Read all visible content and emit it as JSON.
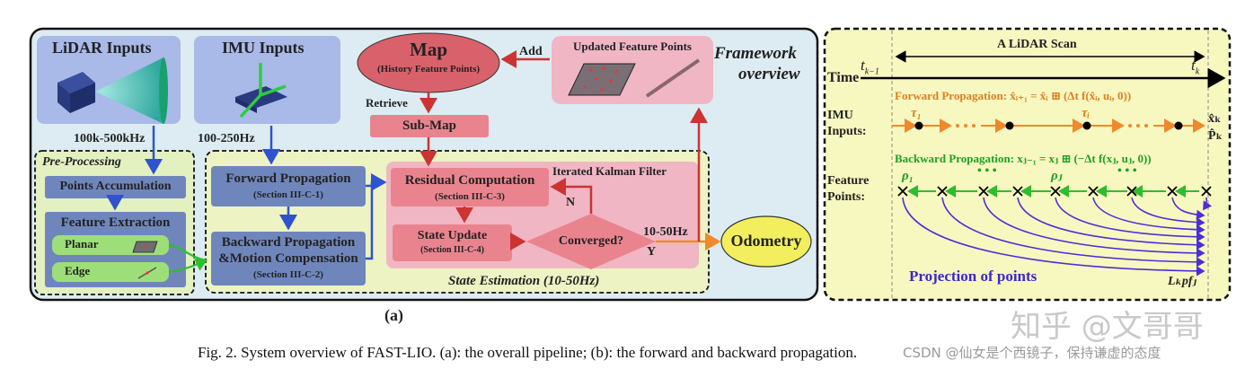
{
  "panel_a": {
    "lidar_inputs": "LiDAR Inputs",
    "imu_inputs": "IMU Inputs",
    "lidar_rate": "100k-500kHz",
    "imu_rate": "100-250Hz",
    "preprocessing_title": "Pre-Processing",
    "points_accumulation": "Points Accumulation",
    "feature_extraction": "Feature Extraction",
    "planar": "Planar",
    "edge": "Edge",
    "map_title": "Map",
    "map_subtitle": "(History Feature Points)",
    "add_label": "Add",
    "updated_feature_points": "Updated Feature Points",
    "framework_line1": "Framework",
    "framework_line2": "overview",
    "retrieve_label": "Retrieve",
    "sub_map": "Sub-Map",
    "forward_propagation": "Forward Propagation",
    "forward_section": "(Section III-C-1)",
    "backward_line1": "Backward Propagation",
    "backward_line2": "&Motion Compensation",
    "backward_section": "(Section III-C-2)",
    "residual_computation": "Residual Computation",
    "residual_section": "(Section III-C-3)",
    "iekf_label": "Iterated Kalman Filter",
    "state_update": "State Update",
    "state_update_section": "(Section III-C-4)",
    "converged": "Converged?",
    "n_label": "N",
    "y_label": "Y",
    "odom_rate": "10-50Hz",
    "odometry": "Odometry",
    "state_estimation": "State Estimation (10-50Hz)",
    "panel_label": "(a)"
  },
  "panel_b": {
    "scan_title": "A LiDAR Scan",
    "t_start": "t",
    "t_start_sub": "k−1",
    "t_end": "t",
    "t_end_sub": "k",
    "time_label": "Time",
    "imu_inputs_line1": "IMU",
    "imu_inputs_line2": "Inputs:",
    "forward_eq": "Forward Propagation: x̂ᵢ₊₁ = x̂ᵢ ⊞ (Δt f(x̂ᵢ, uᵢ, 0))",
    "tau1": "τ₁",
    "taui": "τᵢ",
    "x_hat_k": "x̂ₖ",
    "p_hat_k": "P̂ₖ",
    "feature_points_line1": "Feature",
    "feature_points_line2": "Points:",
    "backward_eq": "Backward Propagation: xⱼ₋₁ = xⱼ ⊞ (−Δt f(xⱼ, uⱼ, 0))",
    "rho1": "ρ₁",
    "rhoj": "ρⱼ",
    "projection": "Projection of points",
    "pf_label": "Lₖpfⱼ"
  },
  "caption": "Fig. 2.   System overview of FAST-LIO. (a): the overall pipeline; (b): the forward and backward propagation.",
  "watermark_main": "知乎 @文哥哥",
  "watermark_sub": "CSDN @仙女是个西镜子，保持谦虚的态度",
  "colors": {
    "panel_a_bg": "#dcecf2",
    "panel_b_bg": "#f7f7c0",
    "input_box": "#a9b9e8",
    "preproc_bg": "#e3f0c0",
    "blue_box": "#6f86bd",
    "pink_box": "#e9848f",
    "pink_bg": "#f0b6c4",
    "odometry": "#f2ee5e",
    "arrow_blue": "#2f52cf",
    "arrow_red": "#cc3333",
    "arrow_orange": "#ee8a2c",
    "green": "#2ebd2e",
    "purple": "#4b2fd6"
  }
}
